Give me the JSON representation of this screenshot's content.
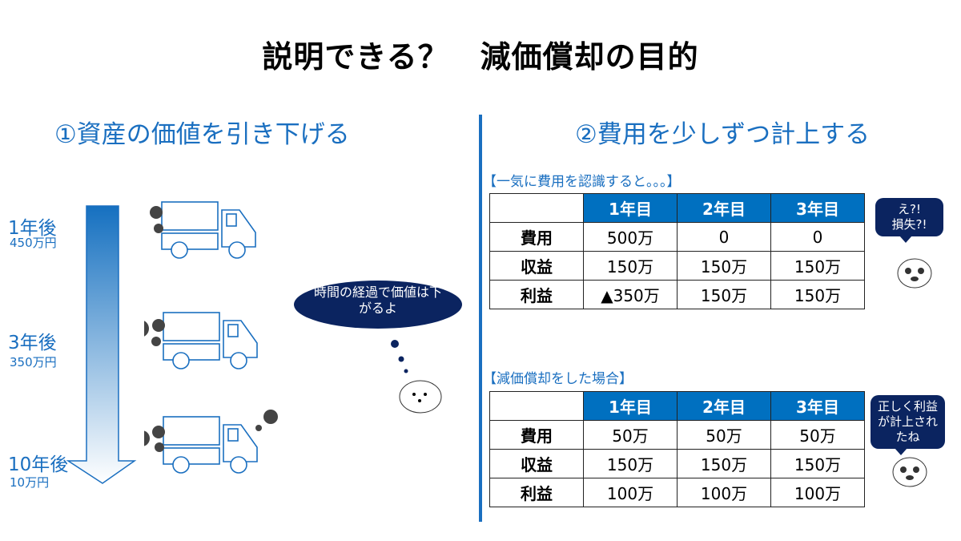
{
  "title": "説明できる？　減価償却の目的",
  "left": {
    "heading": "①資産の価値を引き下げる",
    "stages": [
      {
        "year": "1年後",
        "value": "450万円"
      },
      {
        "year": "3年後",
        "value": "350万円"
      },
      {
        "year": "10年後",
        "value": "10万円"
      }
    ],
    "thought": "時間の経過で価値は下がるよ"
  },
  "right": {
    "heading": "②費用を少しずつ計上する",
    "tables": [
      {
        "caption": "【一気に費用を認識すると。。。】",
        "headers": [
          "",
          "1年目",
          "2年目",
          "3年目"
        ],
        "rows": [
          [
            "費用",
            "500万",
            "0",
            "0"
          ],
          [
            "収益",
            "150万",
            "150万",
            "150万"
          ],
          [
            "利益",
            "▲350万",
            "150万",
            "150万"
          ]
        ],
        "comment": "え?!\n損失?!"
      },
      {
        "caption": "【減価償却をした場合】",
        "headers": [
          "",
          "1年目",
          "2年目",
          "3年目"
        ],
        "rows": [
          [
            "費用",
            "50万",
            "50万",
            "50万"
          ],
          [
            "収益",
            "150万",
            "150万",
            "150万"
          ],
          [
            "利益",
            "100万",
            "100万",
            "100万"
          ]
        ],
        "comment": "正しく利益が計上されたね"
      }
    ]
  },
  "colors": {
    "accent": "#0070c0",
    "navy": "#0b2460"
  }
}
